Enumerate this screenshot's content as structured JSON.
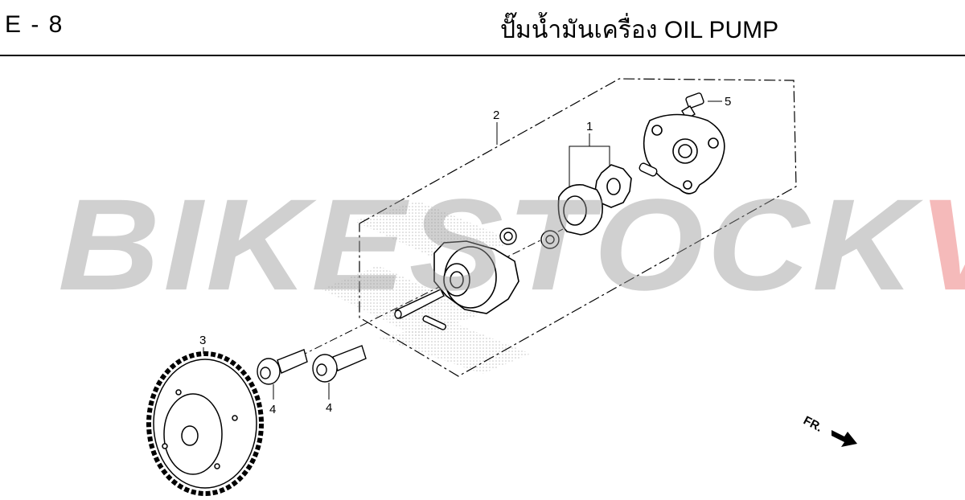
{
  "header": {
    "code": "E - 8",
    "title": "ปั๊มน้ำมันเครื่อง  OIL PUMP"
  },
  "watermark": {
    "part1": "BIKESTOCK",
    "part2": "VN",
    "color1": "#969696",
    "color2": "#e65a5a"
  },
  "callouts": [
    "1",
    "2",
    "3",
    "4",
    "4",
    "5"
  ],
  "direction": {
    "label": "FR."
  }
}
